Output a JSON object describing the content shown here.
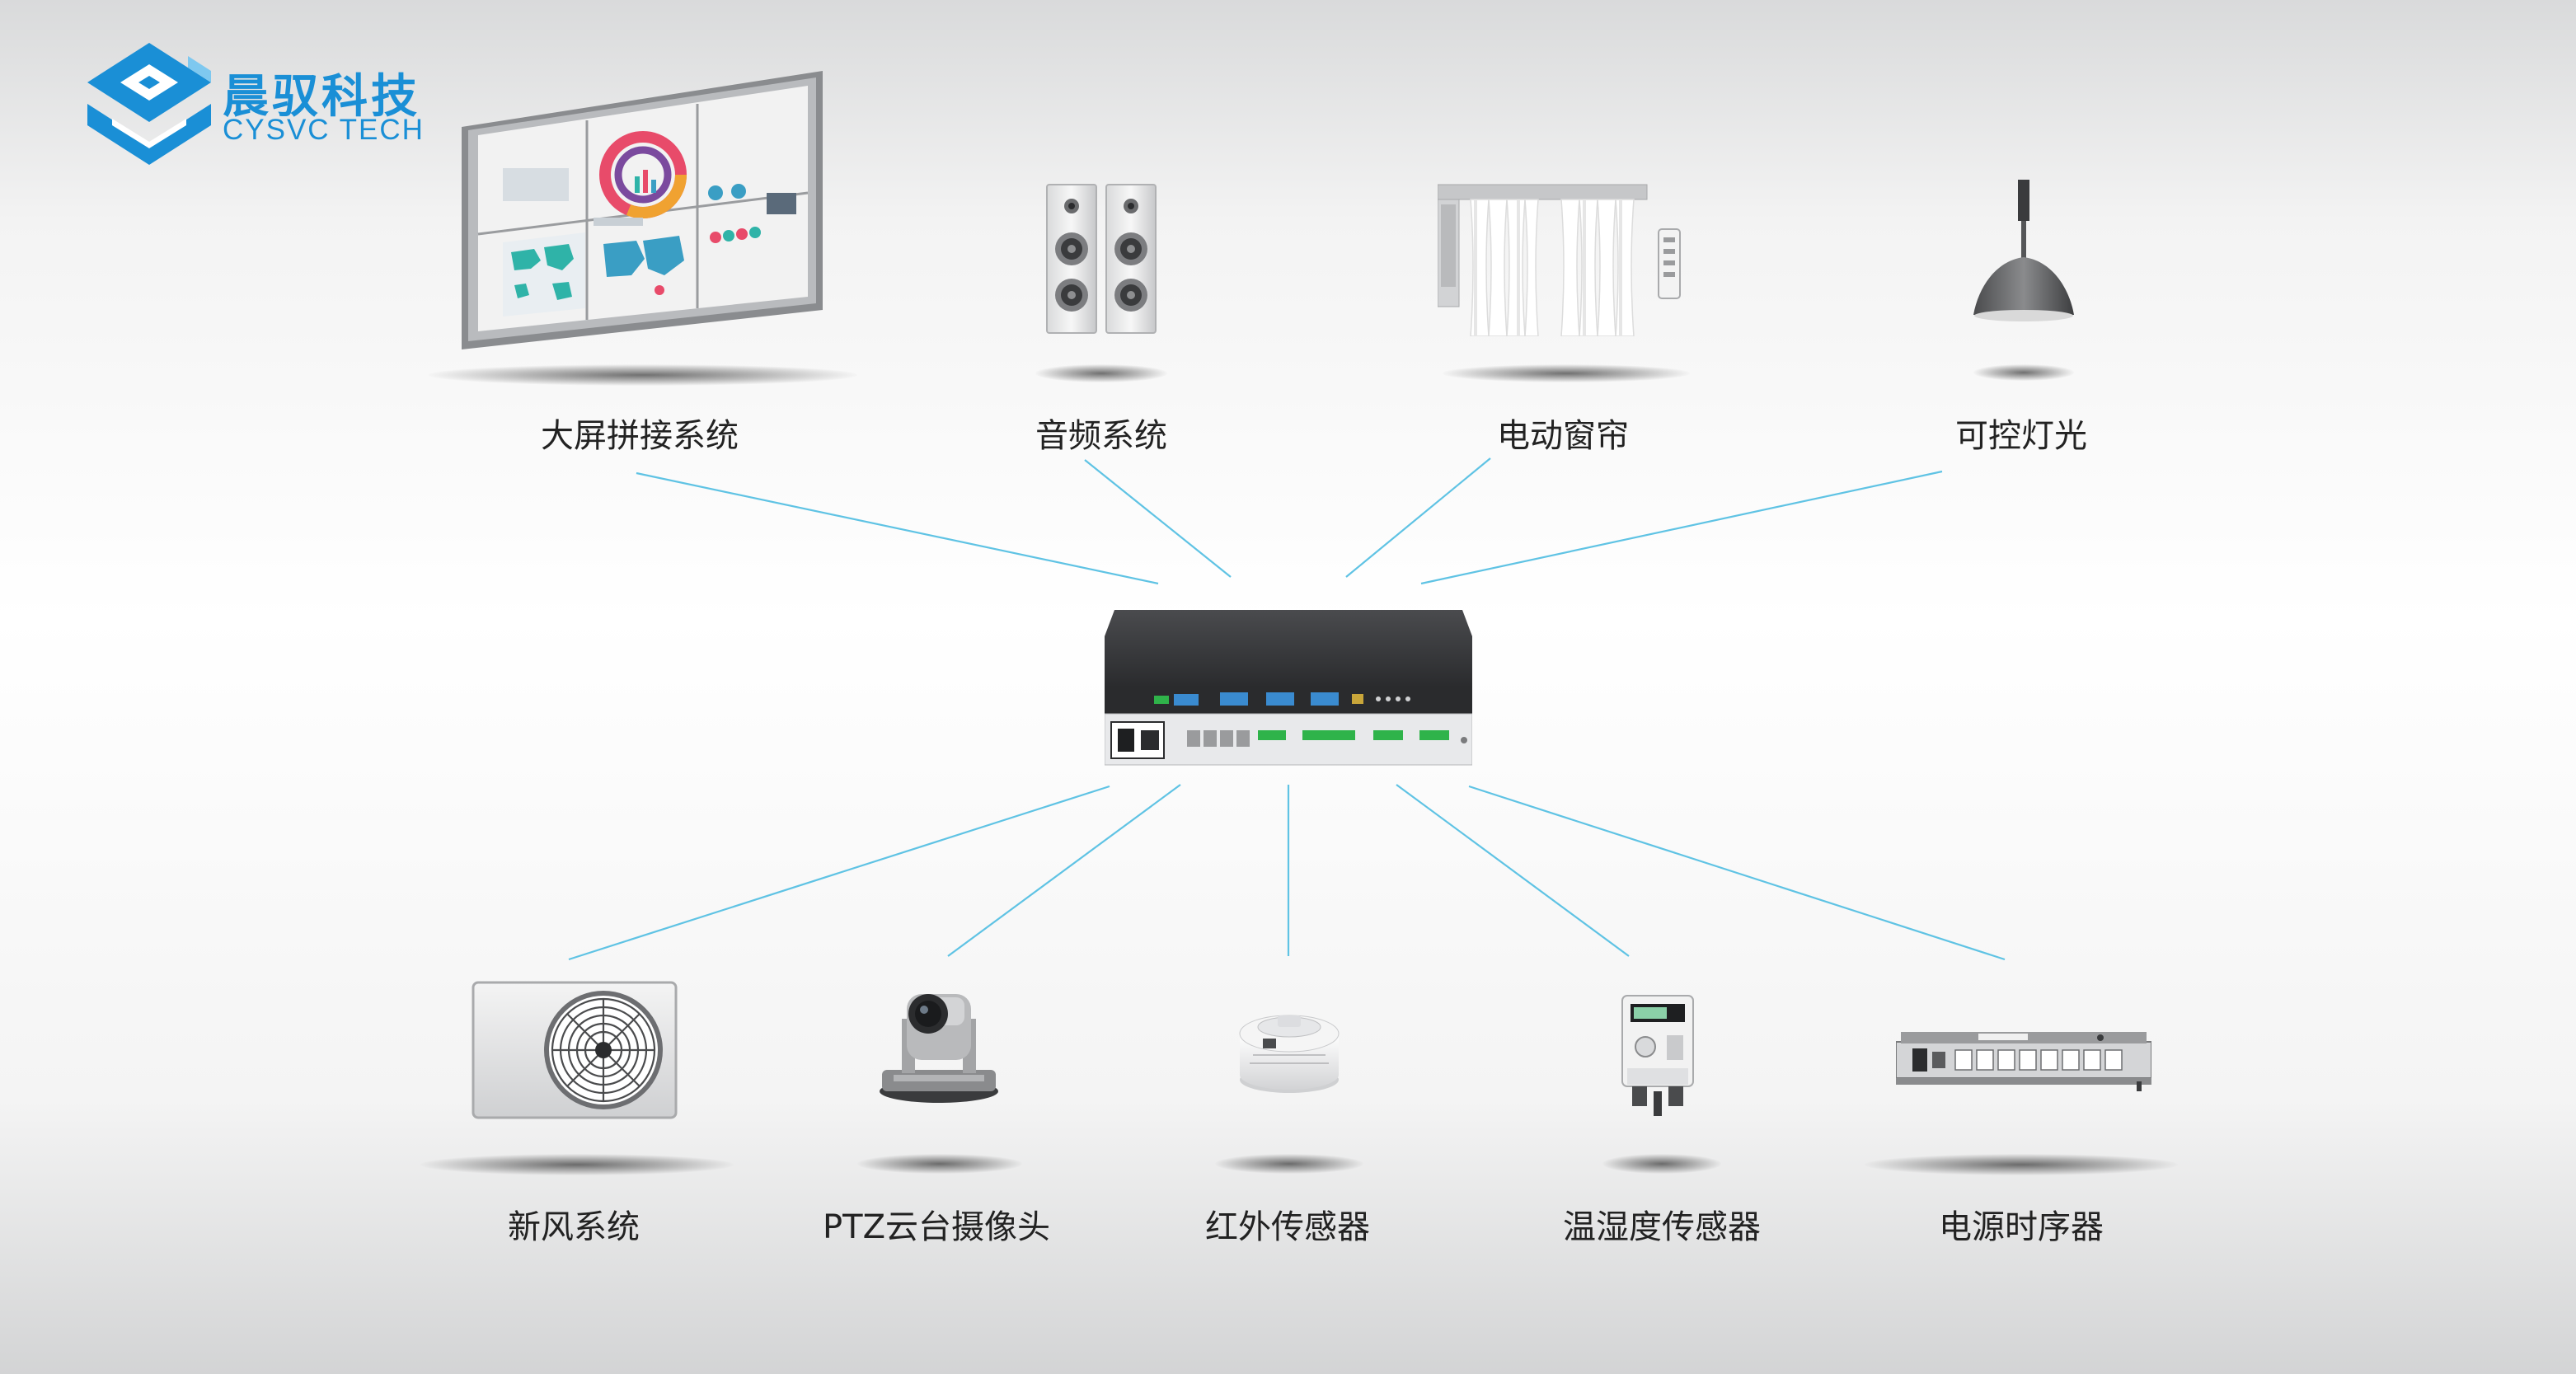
{
  "brand": {
    "name_cn": "晨驭科技",
    "name_en": "CYSVC TECH"
  },
  "devices_top": [
    {
      "label": "大屏拼接系统"
    },
    {
      "label": "音频系统"
    },
    {
      "label": "电动窗帘"
    },
    {
      "label": "可控灯光"
    }
  ],
  "devices_bottom": [
    {
      "label": "新风系统"
    },
    {
      "label": "PTZ云台摄像头"
    },
    {
      "label": "红外传感器"
    },
    {
      "label": "温湿度传感器"
    },
    {
      "label": "电源时序器"
    }
  ],
  "colors": {
    "accent": "#1a8fd6",
    "line": "#5fc3e4",
    "text": "#222222"
  }
}
